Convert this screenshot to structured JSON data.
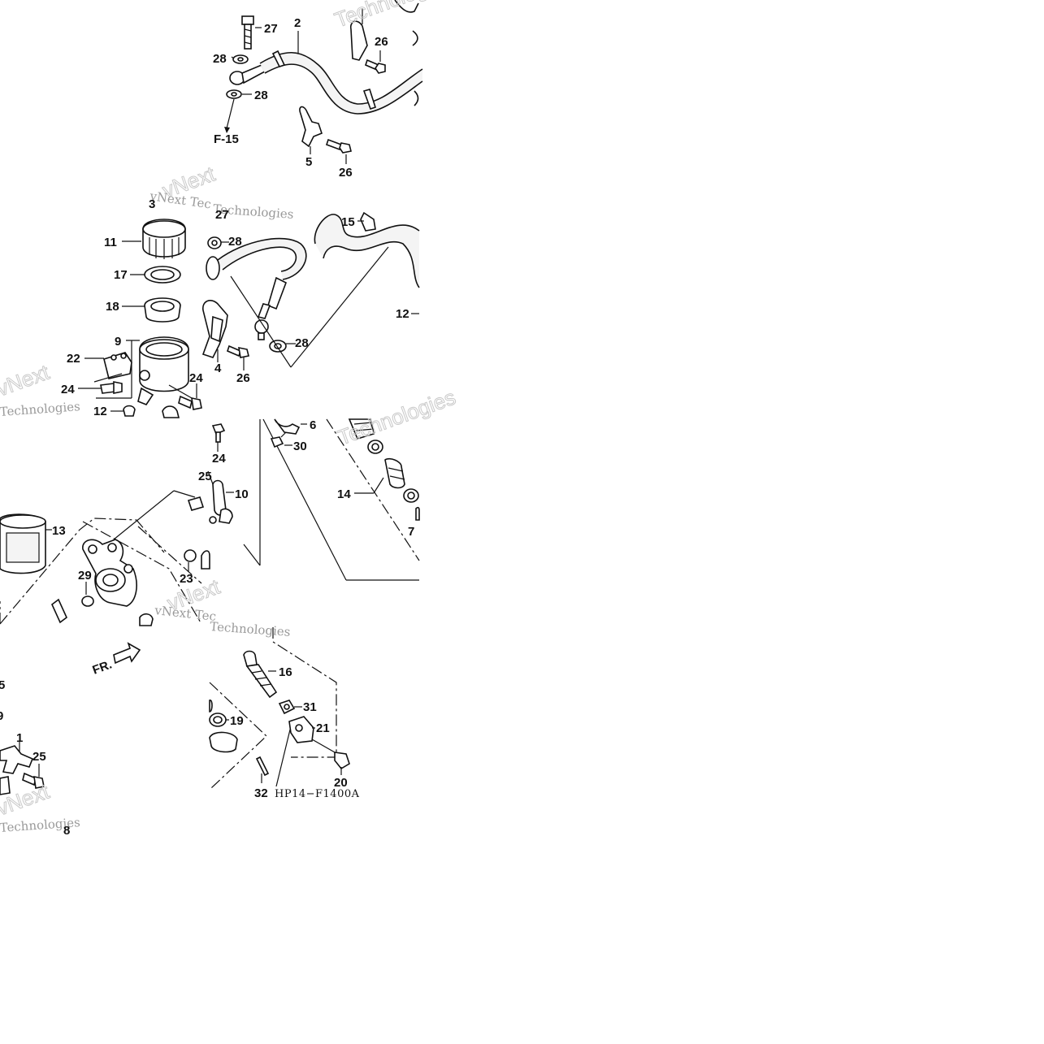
{
  "diagram": {
    "ref_codes": [
      "F-15",
      "HP14−F1400A"
    ],
    "direction_label": "FR.",
    "watermark_lines": [
      "vNext",
      "Technologies",
      "vNext Tec",
      "Technologies"
    ],
    "labels": {
      "p1": "1",
      "p2": "2",
      "p3": "3",
      "p4": "4",
      "p5": "5",
      "p6": "6",
      "p7": "7",
      "p8": "8",
      "p9": "9",
      "p10": "10",
      "p11": "11",
      "p12a": "12",
      "p12b": "12",
      "p13": "13",
      "p14": "14",
      "p15": "15",
      "p16": "16",
      "p17": "17",
      "p18": "18",
      "p19": "19",
      "p20": "20",
      "p21": "21",
      "p22": "22",
      "p23": "23",
      "p24a": "24",
      "p24b": "24",
      "p24c": "24",
      "p25a": "25",
      "p25b": "25",
      "p26a": "26",
      "p26b": "26",
      "p26c": "26",
      "p27a": "27",
      "p27b": "27",
      "p28a": "28",
      "p28b": "28",
      "p28c": "28",
      "p28d": "28",
      "p29": "29",
      "p30": "30",
      "p31": "31",
      "p32": "32",
      "edge5": "5",
      "edge9": "9"
    }
  }
}
